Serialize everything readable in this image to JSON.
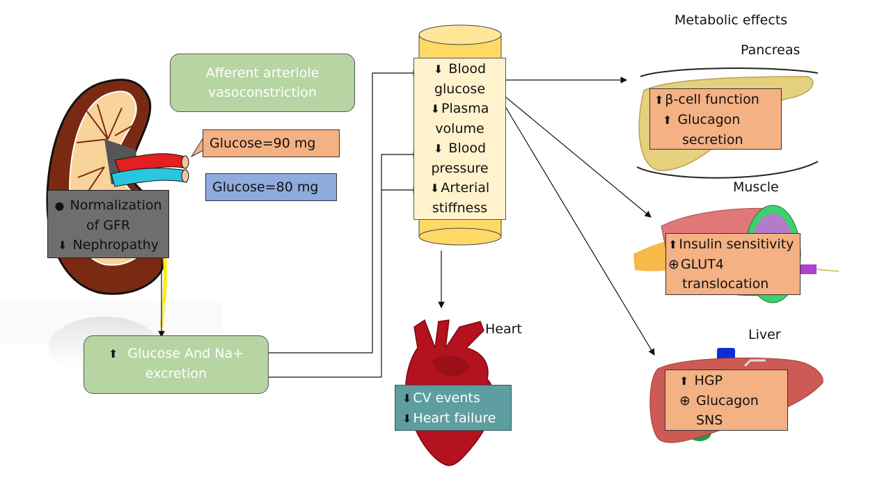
{
  "header": {
    "title": "Metabolic effects"
  },
  "kidney": {
    "afferent_box": {
      "line1": "Afferent arteriole",
      "line2": "vasoconstriction"
    },
    "glucose_in": {
      "label": "Glucose=90 mg",
      "color": "#f4b183"
    },
    "glucose_out": {
      "label": "Glucose=80 mg",
      "color": "#8faadc"
    },
    "gfr_box": {
      "items": [
        {
          "icon": "bullet-icon",
          "glyph": "●",
          "text": "Normalization"
        },
        {
          "icon": "",
          "glyph": "",
          "text": "of GFR"
        },
        {
          "icon": "down-arrow-icon",
          "glyph": "⬇",
          "text": "Nephropathy"
        }
      ]
    },
    "excretion_box": {
      "icon": "up-arrow-icon",
      "glyph": "⬆",
      "line1": "Glucose And Na+",
      "line2": "excretion"
    }
  },
  "cylinder": {
    "items": [
      {
        "glyph": "⬇",
        "line1": "Blood",
        "line2": "glucose"
      },
      {
        "glyph": "⬇",
        "line1": "Plasma",
        "line2": "volume"
      },
      {
        "glyph": "⬇",
        "line1": "Blood",
        "line2": "pressure"
      },
      {
        "glyph": "⬇",
        "line1": "Arterial",
        "line2": "stiffness"
      }
    ]
  },
  "heart": {
    "label": "Heart",
    "items": [
      {
        "glyph": "⬇",
        "text": "CV events"
      },
      {
        "glyph": "⬇",
        "text": "Heart failure"
      }
    ]
  },
  "pancreas": {
    "label": "Pancreas",
    "items": [
      {
        "glyph": "⬆",
        "text": "β-cell function"
      },
      {
        "glyph": "⬆",
        "text": "Glucagon"
      },
      {
        "glyph": "",
        "text": "secretion"
      }
    ]
  },
  "muscle": {
    "label": "Muscle",
    "items": [
      {
        "glyph": "⬆",
        "text": "Insulin sensitivity"
      },
      {
        "glyph": "⊕",
        "text": "GLUT4"
      },
      {
        "glyph": "",
        "text": "translocation"
      }
    ]
  },
  "liver": {
    "label": "Liver",
    "items": [
      {
        "glyph": "⬆",
        "text": "HGP"
      },
      {
        "glyph": "⊕",
        "text": "Glucagon"
      },
      {
        "glyph": "",
        "text": "SNS"
      }
    ]
  }
}
